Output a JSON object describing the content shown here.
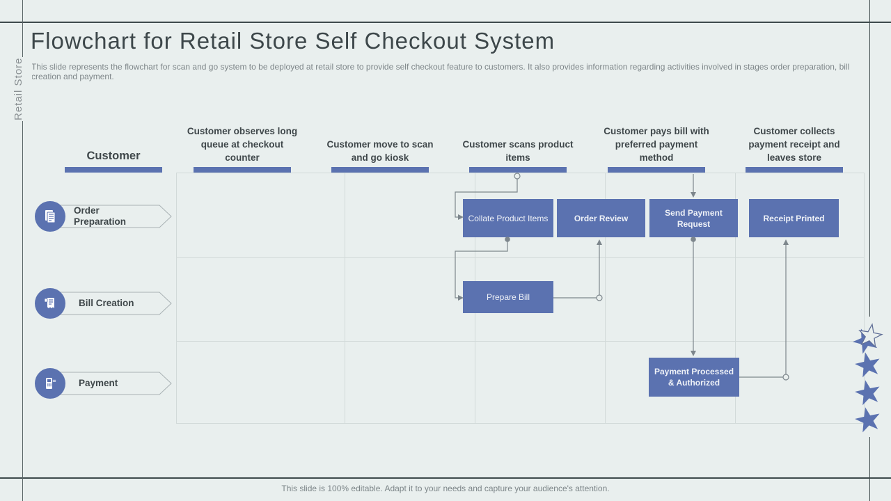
{
  "slide": {
    "title": "Flowchart for Retail Store Self Checkout System",
    "subtitle": "This slide represents the flowchart for scan and go system to be deployed at retail store to provide self checkout feature to customers. It also provides information regarding activities involved in stages order preparation, bill creation and payment.",
    "side_label": "Retail Store",
    "footer": "This slide is 100% editable. Adapt it to your needs and capture your audience's attention."
  },
  "swimlane": {
    "corner_label": "Customer",
    "columns": [
      {
        "label": "Customer observes long queue at checkout counter"
      },
      {
        "label": "Customer move to scan and go kiosk"
      },
      {
        "label": "Customer scans product items"
      },
      {
        "label": "Customer pays bill with preferred payment method"
      },
      {
        "label": "Customer collects payment receipt and leaves store"
      }
    ],
    "rows": [
      {
        "label": "Order Preparation",
        "icon": "order-document-icon"
      },
      {
        "label": "Bill Creation",
        "icon": "bill-receipt-icon"
      },
      {
        "label": "Payment",
        "icon": "payment-terminal-icon"
      }
    ]
  },
  "nodes": {
    "collate": "Collate Product Items",
    "order_review": "Order Review",
    "send_payment": "Send Payment Request",
    "receipt_printed": "Receipt Printed",
    "prepare_bill": "Prepare Bill",
    "payment_processed": "Payment Processed & Authorized"
  },
  "colors": {
    "background": "#e9efee",
    "accent_blue": "#5b72b0",
    "frame_dark": "#3e4a4c",
    "grid_line": "#d2dad9",
    "connector_gray": "#7d868c",
    "text_dark": "#3f474a",
    "text_gray": "#7e8689"
  }
}
